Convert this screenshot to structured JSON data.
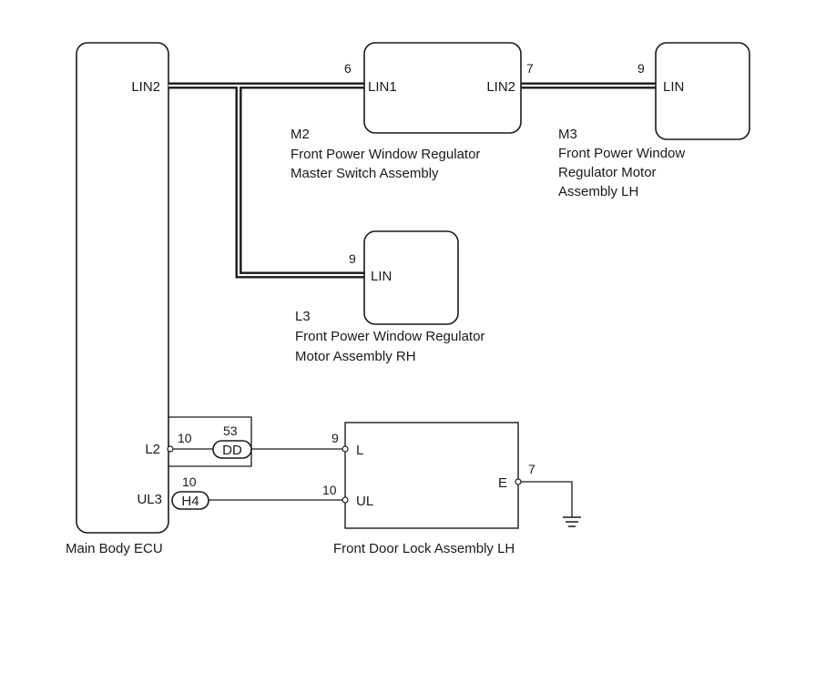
{
  "components": {
    "main_ecu": {
      "name": "Main Body ECU",
      "pins": {
        "lin2": "LIN2",
        "l2": "L2",
        "ul3": "UL3"
      }
    },
    "m2": {
      "code": "M2",
      "name_lines": [
        "Front Power Window Regulator",
        "Master Switch Assembly"
      ],
      "pins": {
        "lin1": "LIN1",
        "lin2": "LIN2"
      },
      "pin_numbers": {
        "lin1": "6",
        "lin2": "7"
      }
    },
    "m3": {
      "code": "M3",
      "name_lines": [
        "Front Power Window",
        "Regulator Motor",
        "Assembly LH"
      ],
      "pins": {
        "lin": "LIN"
      },
      "pin_numbers": {
        "lin": "9"
      }
    },
    "l3": {
      "code": "L3",
      "name_lines": [
        "Front Power Window Regulator",
        "Motor Assembly RH"
      ],
      "pins": {
        "lin": "LIN"
      },
      "pin_numbers": {
        "lin": "9"
      }
    },
    "door_lock": {
      "name": "Front Door Lock Assembly LH",
      "pins": {
        "l": "L",
        "ul": "UL",
        "e": "E"
      },
      "pin_numbers": {
        "l": "9",
        "ul": "10",
        "e": "7"
      }
    }
  },
  "connectors": {
    "dd": {
      "code": "DD",
      "pin_left": "10",
      "pin_top": "53"
    },
    "h4": {
      "code": "H4",
      "pin_top": "10"
    }
  }
}
